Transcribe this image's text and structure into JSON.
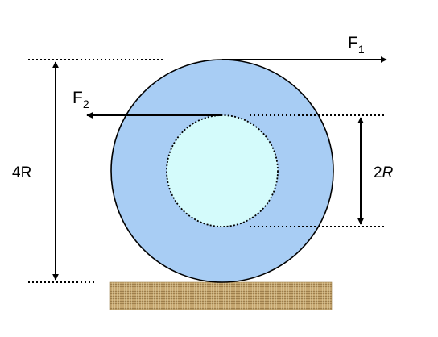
{
  "diagram": {
    "force_top": {
      "symbol": "F",
      "subscript": "1"
    },
    "force_center": {
      "symbol": "F",
      "subscript": "2"
    },
    "outer_dimension": {
      "text": "4R"
    },
    "inner_dimension": {
      "number": "2",
      "variable": "R"
    }
  },
  "colors": {
    "outer_disc": "#a8cdf4",
    "inner_disc": "#d4fbfb",
    "outline": "#000000",
    "ground": "#b89a62",
    "background": "#ffffff"
  }
}
